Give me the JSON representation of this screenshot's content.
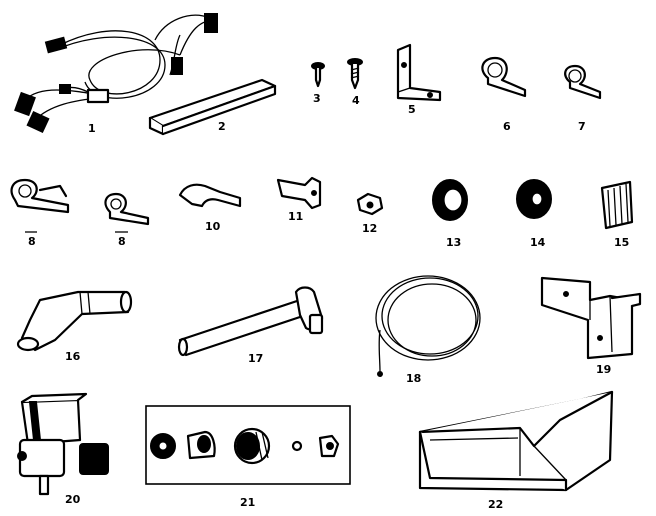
{
  "parts": [
    {
      "id": "p1",
      "label": "1"
    },
    {
      "id": "p2",
      "label": "2"
    },
    {
      "id": "p3",
      "label": "3"
    },
    {
      "id": "p4",
      "label": "4"
    },
    {
      "id": "p5",
      "label": "5"
    },
    {
      "id": "p6",
      "label": "6"
    },
    {
      "id": "p7",
      "label": "7"
    },
    {
      "id": "p8a",
      "label": "8"
    },
    {
      "id": "p8b",
      "label": "8"
    },
    {
      "id": "p10",
      "label": "10"
    },
    {
      "id": "p11",
      "label": "11"
    },
    {
      "id": "p12",
      "label": "12"
    },
    {
      "id": "p13",
      "label": "13"
    },
    {
      "id": "p14",
      "label": "14"
    },
    {
      "id": "p15",
      "label": "15"
    },
    {
      "id": "p16",
      "label": "16"
    },
    {
      "id": "p17",
      "label": "17"
    },
    {
      "id": "p18",
      "label": "18"
    },
    {
      "id": "p19",
      "label": "19"
    },
    {
      "id": "p20",
      "label": "20"
    },
    {
      "id": "p21",
      "label": "21"
    },
    {
      "id": "p22",
      "label": "22"
    }
  ]
}
